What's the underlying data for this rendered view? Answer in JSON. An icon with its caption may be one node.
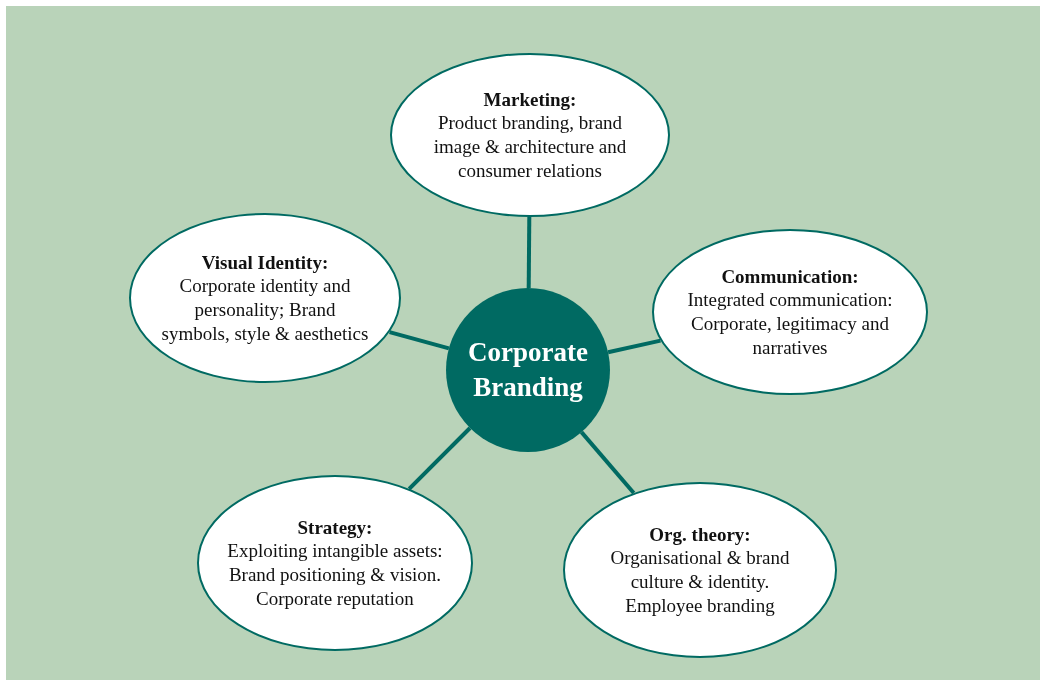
{
  "diagram": {
    "nodes": [
      {
        "text": [
          "Marketing:",
          "Product branding, brand image & architecture and consumer relations"
        ]
      },
      {
        "text": [
          "Visual Identity:",
          "Corporate identity and personality; Brand symbols, style & aesthetics"
        ]
      },
      {
        "text": [
          "Corporate Branding"
        ]
      },
      {
        "text": [
          "Communication:",
          "Integrated communication: Corporate, legitimacy and narratives"
        ]
      },
      {
        "text": [
          "Strategy:",
          "Exploiting intangible assets: Brand positioning & vision. Corporate reputation"
        ]
      },
      {
        "text": [
          "Org. theory:",
          "Organisational & brand culture & identity. Employee branding"
        ]
      }
    ],
    "edges": [
      {
        "from": 2,
        "to": 0,
        "arrow": "none"
      },
      {
        "from": 2,
        "to": 1,
        "arrow": "none"
      },
      {
        "from": 2,
        "to": 3,
        "arrow": "none"
      },
      {
        "from": 2,
        "to": 4,
        "arrow": "none"
      },
      {
        "from": 2,
        "to": 5,
        "arrow": "none"
      }
    ]
  }
}
